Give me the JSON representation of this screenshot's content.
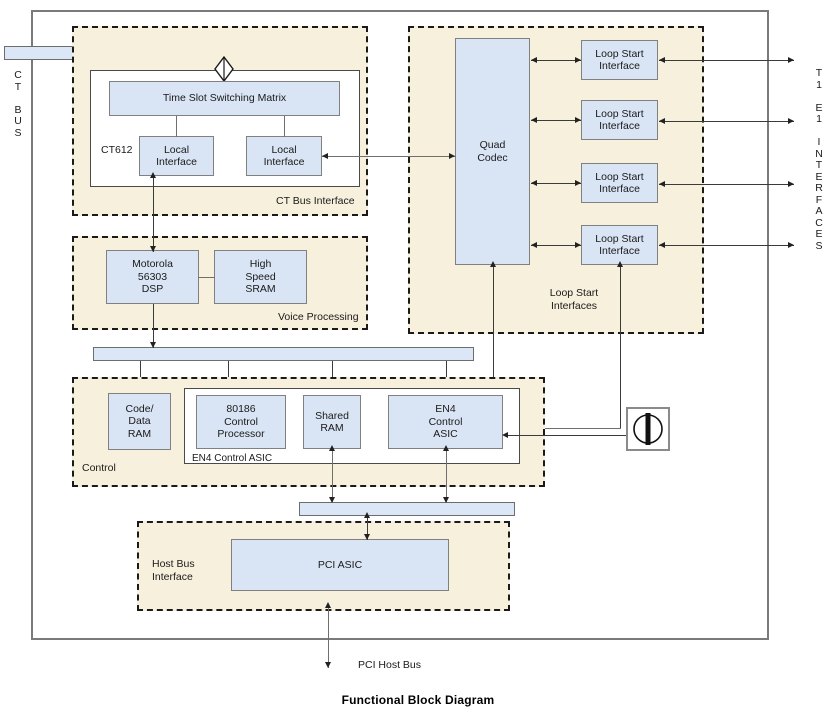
{
  "diagram": {
    "title": "Functional Block Diagram",
    "colors": {
      "block_fill": "#d9e5f5",
      "block_stroke": "#808080",
      "group_fill": "#f7f0dc",
      "group_stroke": "#1a1a1a",
      "bus_fill": "#dbe7f6",
      "line": "#3b3b3b",
      "outer_border": "#7a7a7a"
    },
    "external_labels": {
      "left_bus": "C\nT\n\nB\nU\nS",
      "right_interfaces": "T\n1\n\nE\n1\n\nI\nN\nT\nE\nR\nF\nA\nC\nE\nS",
      "bottom_bus": "PCI Host Bus"
    },
    "groups": [
      {
        "id": "ct-bus-interface",
        "label": "CT Bus Interface"
      },
      {
        "id": "voice-processing",
        "label": "Voice Processing"
      },
      {
        "id": "loop-start-interfaces",
        "label": "Loop Start\nInterfaces"
      },
      {
        "id": "control",
        "label": "Control"
      },
      {
        "id": "host-bus-interface",
        "label": "Host Bus\nInterface"
      }
    ],
    "sub_groups": [
      {
        "id": "ct612",
        "label": "CT612"
      },
      {
        "id": "en4-control-asic-group",
        "label": "EN4 Control ASIC"
      }
    ],
    "blocks": [
      {
        "id": "time-slot-switching-matrix",
        "label": "Time Slot Switching Matrix"
      },
      {
        "id": "local-interface-left",
        "label": "Local\nInterface"
      },
      {
        "id": "local-interface-right",
        "label": "Local\nInterface"
      },
      {
        "id": "motorola-dsp",
        "label": "Motorola\n56303\nDSP"
      },
      {
        "id": "high-speed-sram",
        "label": "High\nSpeed\nSRAM"
      },
      {
        "id": "quad-codec",
        "label": "Quad\nCodec"
      },
      {
        "id": "loop-start-interface-1",
        "label": "Loop Start\nInterface"
      },
      {
        "id": "loop-start-interface-2",
        "label": "Loop Start\nInterface"
      },
      {
        "id": "loop-start-interface-3",
        "label": "Loop Start\nInterface"
      },
      {
        "id": "loop-start-interface-4",
        "label": "Loop Start\nInterface"
      },
      {
        "id": "code-data-ram",
        "label": "Code/\nData\nRAM"
      },
      {
        "id": "control-processor",
        "label": "80186\nControl\nProcessor"
      },
      {
        "id": "shared-ram",
        "label": "Shared\nRAM"
      },
      {
        "id": "en4-control-asic",
        "label": "EN4\nControl\nASIC"
      },
      {
        "id": "pci-asic",
        "label": "PCI ASIC"
      }
    ],
    "buses": [
      {
        "id": "ct-bus-bar"
      },
      {
        "id": "internal-bus-bar"
      },
      {
        "id": "pci-bus-bar"
      }
    ],
    "icons": [
      {
        "id": "diamond-connector-icon"
      },
      {
        "id": "power-switch-icon"
      }
    ]
  }
}
